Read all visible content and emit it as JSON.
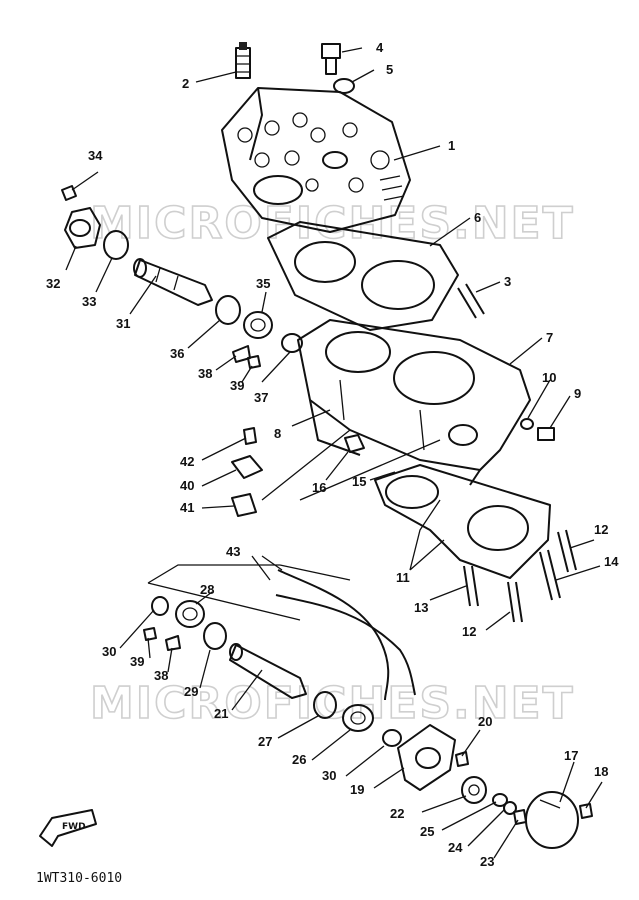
{
  "diagram": {
    "catalog_code": "1WT310-6010",
    "watermark_text": "MICROFICHES.NET",
    "fwd_label": "FWD",
    "callouts": [
      "1",
      "2",
      "3",
      "4",
      "5",
      "6",
      "7",
      "8",
      "9",
      "10",
      "11",
      "12",
      "14",
      "15",
      "16",
      "17",
      "18",
      "19",
      "20",
      "21",
      "22",
      "23",
      "24",
      "25",
      "26",
      "27",
      "28",
      "29",
      "30",
      "31",
      "32",
      "33",
      "34",
      "35",
      "36",
      "37",
      "38",
      "39",
      "40",
      "41",
      "42",
      "43"
    ]
  }
}
